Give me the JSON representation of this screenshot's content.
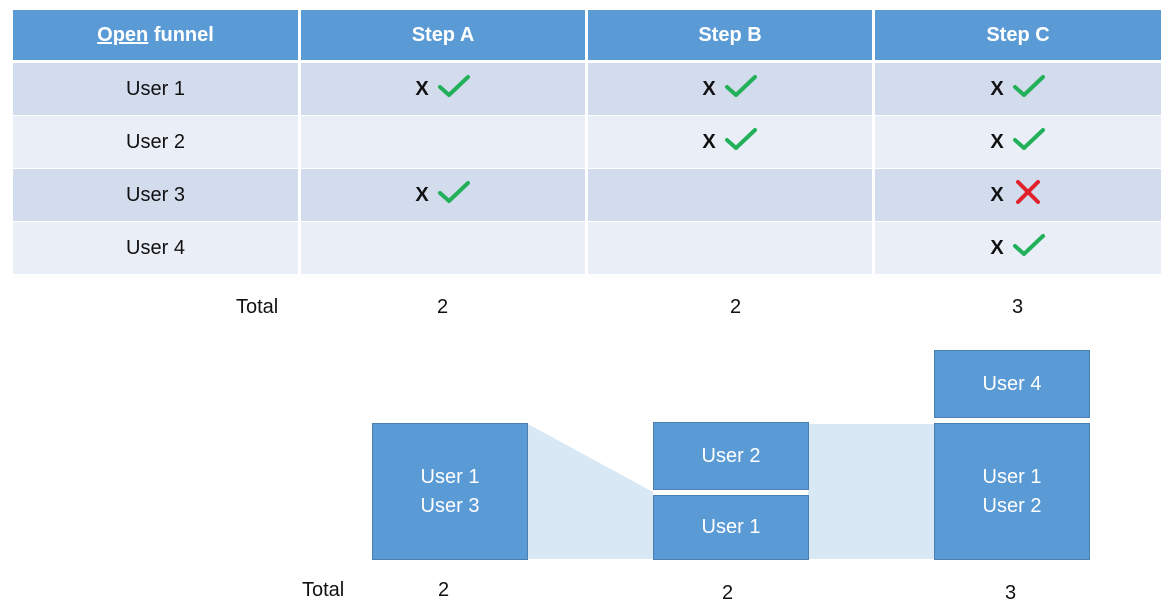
{
  "table": {
    "header": {
      "corner_underlined": "Open",
      "corner_rest": " funnel",
      "steps": [
        "Step A",
        "Step B",
        "Step C"
      ]
    },
    "rows": [
      {
        "user": "User 1",
        "cells": [
          "check",
          "check",
          "check"
        ]
      },
      {
        "user": "User 2",
        "cells": [
          "",
          "check",
          "check"
        ]
      },
      {
        "user": "User 3",
        "cells": [
          "check",
          "",
          "cross"
        ]
      },
      {
        "user": "User 4",
        "cells": [
          "",
          "",
          "check"
        ]
      }
    ],
    "mark_letter": "X",
    "total_label": "Total",
    "totals": [
      "2",
      "2",
      "3"
    ]
  },
  "funnel": {
    "step_a_box": [
      "User 1",
      "User 3"
    ],
    "step_b_top": "User 2",
    "step_b_bottom": "User 1",
    "step_c_top": "User 4",
    "step_c_main": [
      "User 1",
      "User 2"
    ],
    "total_label": "Total",
    "totals": [
      "2",
      "2",
      "3"
    ]
  },
  "colors": {
    "header": "#5b9bd5",
    "row_odd": "#d2dced",
    "row_even": "#e9eef7",
    "check": "#22b05a",
    "cross": "#e0202a",
    "flow": "#d9e8f5"
  }
}
